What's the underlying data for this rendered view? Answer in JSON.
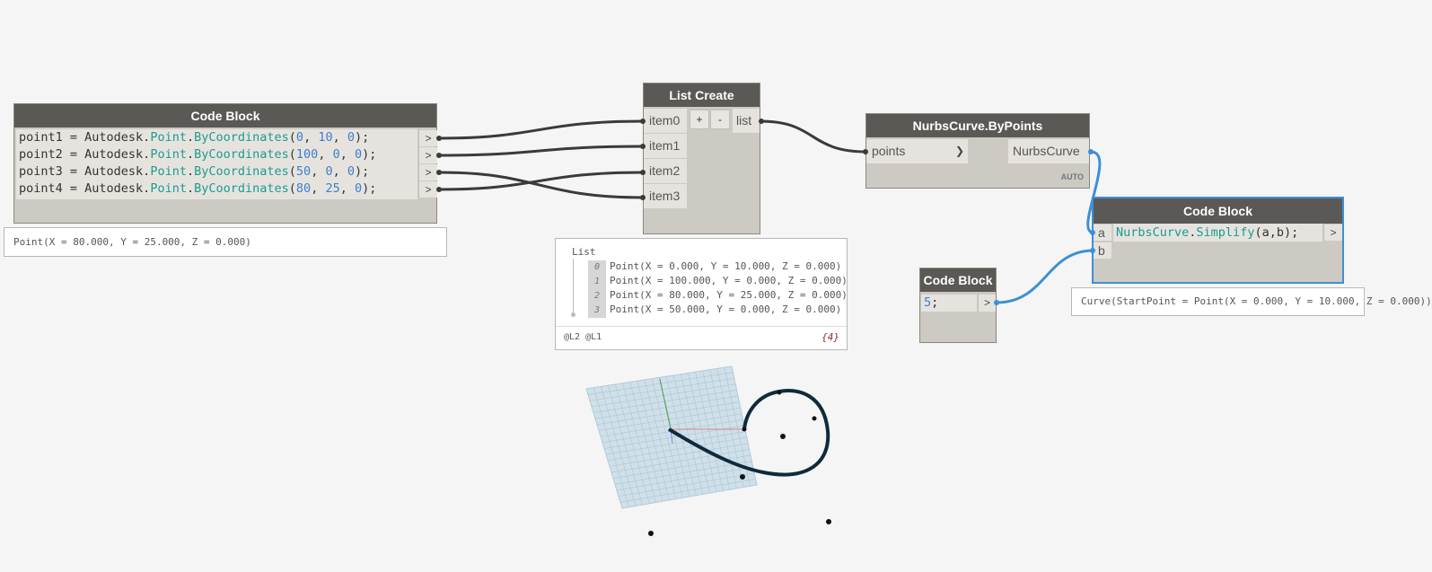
{
  "nodes": {
    "code_block_points": {
      "title": "Code Block",
      "lines": [
        {
          "var": "point1",
          "eq": " = Autodesk.",
          "cls": "Point",
          "dot": ".",
          "fn": "ByCoordinates",
          "open": "(",
          "a": "0",
          "s1": ", ",
          "b": "10",
          "s2": ", ",
          "c": "0",
          "close": ");"
        },
        {
          "var": "point2",
          "eq": " = Autodesk.",
          "cls": "Point",
          "dot": ".",
          "fn": "ByCoordinates",
          "open": "(",
          "a": "100",
          "s1": ", ",
          "b": "0",
          "s2": ", ",
          "c": "0",
          "close": ");"
        },
        {
          "var": "point3",
          "eq": " = Autodesk.",
          "cls": "Point",
          "dot": ".",
          "fn": "ByCoordinates",
          "open": "(",
          "a": "50",
          "s1": ", ",
          "b": "0",
          "s2": ", ",
          "c": "0",
          "close": ");"
        },
        {
          "var": "point4",
          "eq": " = Autodesk.",
          "cls": "Point",
          "dot": ".",
          "fn": "ByCoordinates",
          "open": "(",
          "a": "80",
          "s1": ", ",
          "b": "25",
          "s2": ", ",
          "c": "0",
          "close": ");"
        }
      ],
      "output_arrow": ">",
      "preview": "Point(X = 80.000, Y = 25.000, Z = 0.000)"
    },
    "list_create": {
      "title": "List Create",
      "inputs": [
        "item0",
        "item1",
        "item2",
        "item3"
      ],
      "add_label": "+",
      "remove_label": "-",
      "output": "list",
      "preview": {
        "header": "List",
        "items": [
          {
            "index": "0",
            "text": "Point(X = 0.000, Y = 10.000, Z = 0.000)"
          },
          {
            "index": "1",
            "text": "Point(X = 100.000, Y = 0.000, Z = 0.000)"
          },
          {
            "index": "2",
            "text": "Point(X = 80.000, Y = 25.000, Z = 0.000)"
          },
          {
            "index": "3",
            "text": "Point(X = 50.000, Y = 0.000, Z = 0.000)"
          }
        ],
        "levels": "@L2 @L1",
        "count": "{4}"
      }
    },
    "nurbs_by_points": {
      "title": "NurbsCurve.ByPoints",
      "input": "points",
      "input_arrow": "❯",
      "output": "NurbsCurve",
      "lacing": "AUTO"
    },
    "code_block_simplify": {
      "title": "Code Block",
      "inputs": [
        "a",
        "b"
      ],
      "code_cls": "NurbsCurve",
      "code_dot": ".",
      "code_fn": "Simplify",
      "code_args": "(a,b);",
      "output_arrow": ">",
      "preview": "Curve(StartPoint = Point(X = 0.000, Y = 10.000, Z = 0.000))"
    },
    "code_block_five": {
      "title": "Code Block",
      "code_num": "5",
      "code_end": ";",
      "output_arrow": ">"
    }
  },
  "colors": {
    "header": "#5b5955",
    "node_body": "#cdc9c3",
    "wire": "#3a3a3a",
    "selected_wire": "#3d8fd6",
    "keyword": "#1a9c8f",
    "number": "#3d80c8"
  }
}
